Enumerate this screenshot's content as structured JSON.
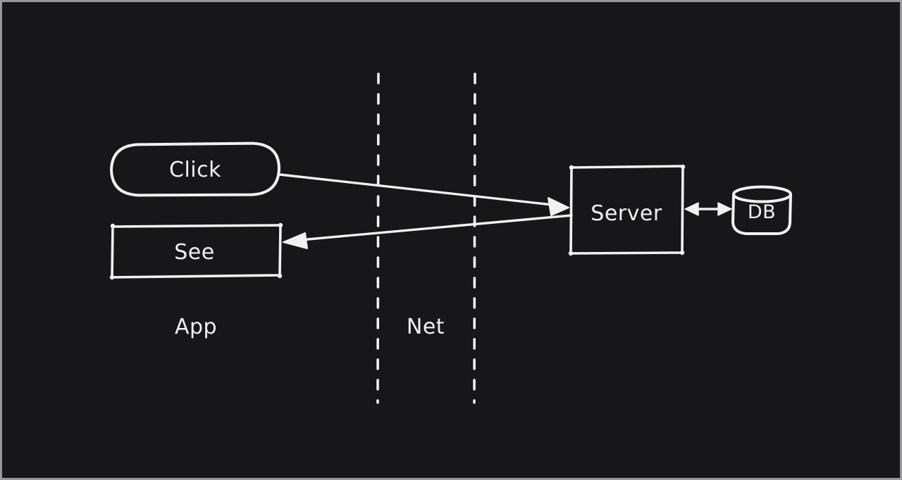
{
  "canvas": {
    "background_color": "#17171a",
    "frame_color": "#98989a",
    "stroke_color": "#f1f1f1"
  },
  "diagram": {
    "nodes": {
      "click": {
        "label": "Click",
        "shape": "pill"
      },
      "see": {
        "label": "See",
        "shape": "rectangle"
      },
      "server": {
        "label": "Server",
        "shape": "rectangle"
      },
      "db": {
        "label": "DB",
        "shape": "cylinder"
      }
    },
    "zones": {
      "app": {
        "label": "App"
      },
      "net": {
        "label": "Net"
      }
    },
    "edges": [
      {
        "from": "click",
        "to": "server",
        "style": "arrow"
      },
      {
        "from": "server",
        "to": "see",
        "style": "arrow"
      },
      {
        "from": "server",
        "to": "db",
        "style": "double-arrow"
      }
    ]
  }
}
